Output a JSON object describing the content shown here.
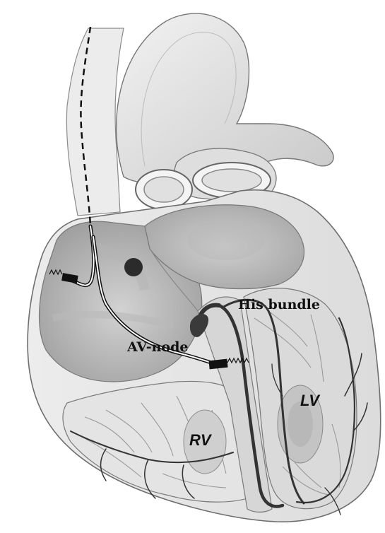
{
  "labels": {
    "his_bundle": "His bundle",
    "av_node": "AV-node",
    "lv": "LV",
    "rv": "RV"
  },
  "colors": {
    "background": "#ffffff",
    "outline": "#555555",
    "tissue_light": "#e6e6e6",
    "tissue_mid": "#c8c8c8",
    "tissue_dark": "#a8a8a8",
    "conduction": "#333333",
    "lead": "#111111",
    "sinus_node": "#2b2b2b"
  },
  "icons": {
    "sinus_node": "filled-circle",
    "lead_electrode": "black-rectangle",
    "lead_tip": "helix-coil"
  }
}
